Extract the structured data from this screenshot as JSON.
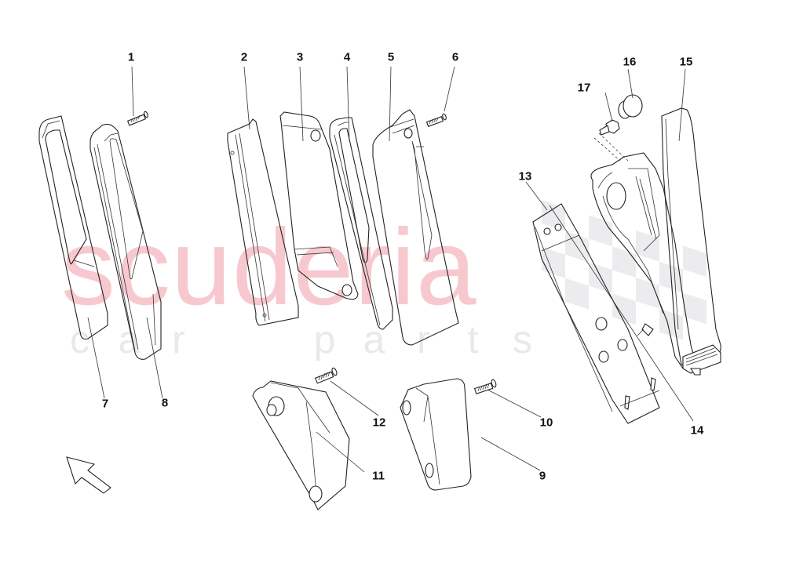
{
  "diagram": {
    "type": "exploded-parts-diagram",
    "watermark": {
      "brand": "scuderia",
      "tagline_letters": [
        "c",
        "a",
        "r",
        " ",
        "p",
        "a",
        "r",
        "t",
        "s"
      ],
      "brand_color": "#f7c9cf",
      "tagline_color": "#e9e9ec"
    },
    "orientation_arrow": "up-left",
    "callouts": [
      {
        "id": "1",
        "label": "1"
      },
      {
        "id": "2",
        "label": "2"
      },
      {
        "id": "3",
        "label": "3"
      },
      {
        "id": "4",
        "label": "4"
      },
      {
        "id": "5",
        "label": "5"
      },
      {
        "id": "6",
        "label": "6"
      },
      {
        "id": "7",
        "label": "7"
      },
      {
        "id": "8",
        "label": "8"
      },
      {
        "id": "9",
        "label": "9"
      },
      {
        "id": "10",
        "label": "10"
      },
      {
        "id": "11",
        "label": "11"
      },
      {
        "id": "12",
        "label": "12"
      },
      {
        "id": "13",
        "label": "13"
      },
      {
        "id": "14",
        "label": "14"
      },
      {
        "id": "15",
        "label": "15"
      },
      {
        "id": "16",
        "label": "16"
      },
      {
        "id": "17",
        "label": "17"
      }
    ],
    "parts": [
      {
        "callout": "1",
        "shape": "bolt"
      },
      {
        "callout": "2",
        "shape": "pedal-arm-cover"
      },
      {
        "callout": "3",
        "shape": "pedal-bracket"
      },
      {
        "callout": "4",
        "shape": "pedal-pad-frame"
      },
      {
        "callout": "5",
        "shape": "pedal-plate"
      },
      {
        "callout": "6",
        "shape": "bolt"
      },
      {
        "callout": "7",
        "shape": "pedal-pad"
      },
      {
        "callout": "8",
        "shape": "pedal-pad-frame"
      },
      {
        "callout": "9",
        "shape": "block-spacer"
      },
      {
        "callout": "10",
        "shape": "bolt"
      },
      {
        "callout": "11",
        "shape": "wedge-spacer"
      },
      {
        "callout": "12",
        "shape": "bolt"
      },
      {
        "callout": "13",
        "shape": "mounting-plate"
      },
      {
        "callout": "14",
        "shape": "accelerator-pedal-module"
      },
      {
        "callout": "15",
        "shape": "pedal-pad"
      },
      {
        "callout": "16",
        "shape": "cap"
      },
      {
        "callout": "17",
        "shape": "nut"
      }
    ]
  }
}
